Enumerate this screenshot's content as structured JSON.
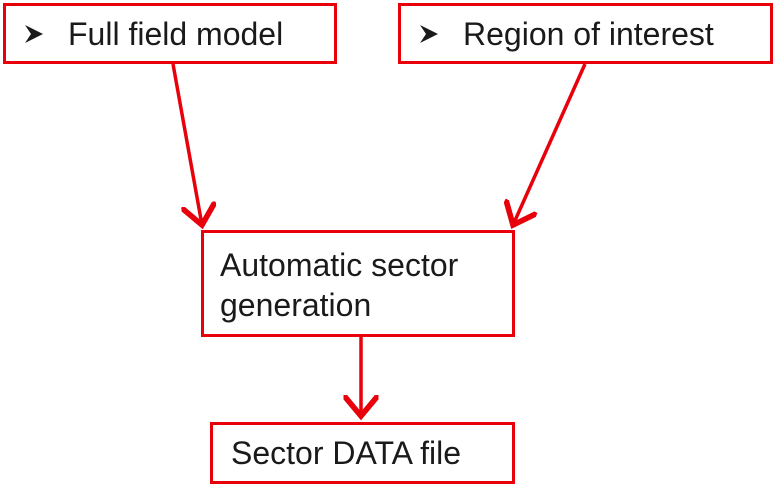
{
  "nodes": {
    "full_field_model": {
      "label": "Full field model",
      "bullet": "arrowhead-bullet"
    },
    "region_of_interest": {
      "label": "Region of interest",
      "bullet": "arrowhead-bullet"
    },
    "automatic_sector_generation": {
      "line1": "Automatic sector",
      "line2": "generation"
    },
    "sector_data_file": {
      "label": "Sector DATA file"
    }
  },
  "edges": [
    {
      "from": "Full field model",
      "to": "Automatic sector generation"
    },
    {
      "from": "Region of interest",
      "to": "Automatic sector generation"
    },
    {
      "from": "Automatic sector generation",
      "to": "Sector DATA file"
    }
  ],
  "colors": {
    "border": "#e8000b",
    "arrow": "#e8000b",
    "text": "#1a1a1a"
  }
}
